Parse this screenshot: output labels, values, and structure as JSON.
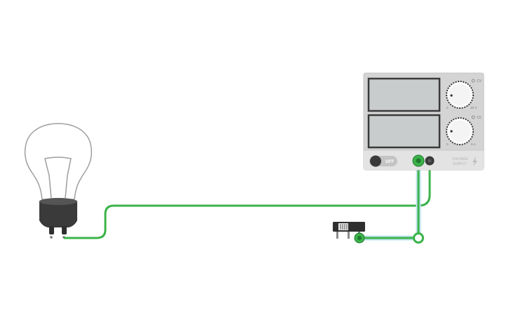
{
  "power_supply": {
    "switch_label": "OFF",
    "brand_line1": "VOLTAGE",
    "brand_line2": "SUPPLY",
    "cv_indicator": "CV",
    "cc_indicator": "CC",
    "voltage_min": "0",
    "voltage_max": "30 V",
    "current_min": "0",
    "current_max": "5 A"
  },
  "colors": {
    "wire": "#3cb34a",
    "wire_highlight": "#bfe3f0",
    "supply_body": "#d4d4d4",
    "display": "#c9cccc",
    "bulb_base": "#3a3a3a"
  },
  "icons": {
    "brand": "lightning-icon"
  }
}
